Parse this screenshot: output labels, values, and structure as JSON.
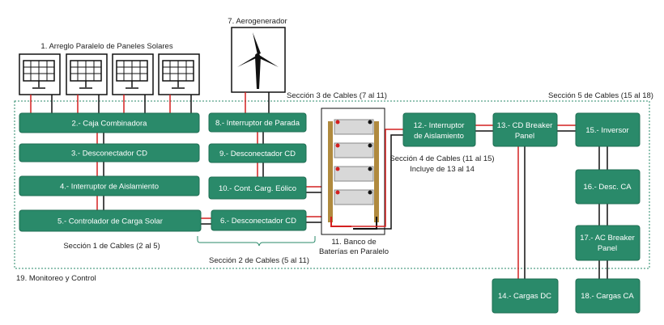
{
  "labels": {
    "solar_array": "1. Arreglo Paralelo de Paneles Solares",
    "wind_turbine": "7. Aerogenerador",
    "section1": "Sección 1 de Cables (2 al 5)",
    "section2": "Sección 2 de Cables (5 al 11)",
    "section3": "Sección 3 de Cables (7 al 11)",
    "section4_line1": "Sección 4 de Cables (11 al 15)",
    "section4_line2": "Incluye de 13 al 14",
    "section5": "Sección 5 de Cables (15 al 18)",
    "battery_line1": "11. Banco de",
    "battery_line2": "Baterías en Paralelo",
    "monitoring": "19. Monitoreo y Control"
  },
  "boxes": {
    "b2": "2.- Caja Combinadora",
    "b3": "3.- Desconectador CD",
    "b4": "4.- Interruptor de Aislamiento",
    "b5": "5.- Controlador de Carga Solar",
    "b6": "6.- Desconectador CD",
    "b8": "8.- Interruptor de Parada",
    "b9": "9.- Desconectador CD",
    "b10": "10.- Cont. Carg. Eólico",
    "b12_line1": "12.- Interruptor",
    "b12_line2": "de Aislamiento",
    "b13_line1": "13.- CD Breaker",
    "b13_line2": "Panel",
    "b14": "14.- Cargas DC",
    "b15": "15.- Inversor",
    "b16": "16.- Desc. CA",
    "b17_line1": "17.- AC Breaker",
    "b17_line2": "Panel",
    "b18": "18.- Cargas CA"
  },
  "colors": {
    "box_fill": "#2a8a6a",
    "positive_wire": "#d42020",
    "negative_wire": "#111111",
    "boundary": "#2a8a6a"
  }
}
